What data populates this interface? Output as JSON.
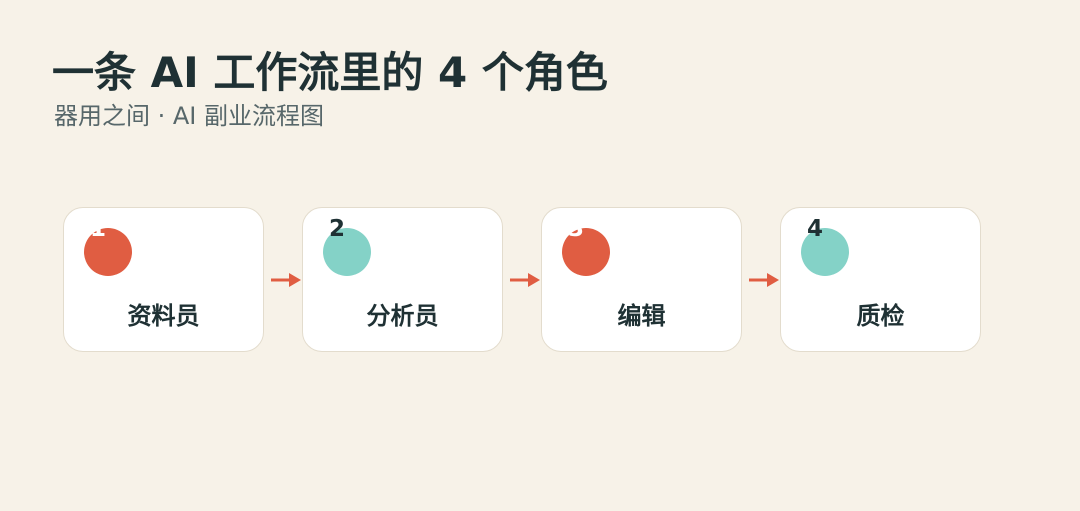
{
  "header": {
    "title": "一条 AI 工作流里的 4 个角色",
    "subtitle": "器用之间 · AI 副业流程图"
  },
  "colors": {
    "background": "#f7f2e8",
    "coral": "#e05d42",
    "teal": "#84d2c7",
    "arrow": "#e05d42"
  },
  "steps": [
    {
      "number": "1",
      "label": "资料员",
      "dot_color": "#e05d42",
      "number_color": "#ffffff"
    },
    {
      "number": "2",
      "label": "分析员",
      "dot_color": "#84d2c7",
      "number_color": "#1f3134"
    },
    {
      "number": "3",
      "label": "编辑",
      "dot_color": "#e05d42",
      "number_color": "#ffffff"
    },
    {
      "number": "4",
      "label": "质检",
      "dot_color": "#84d2c7",
      "number_color": "#1f3134"
    }
  ]
}
